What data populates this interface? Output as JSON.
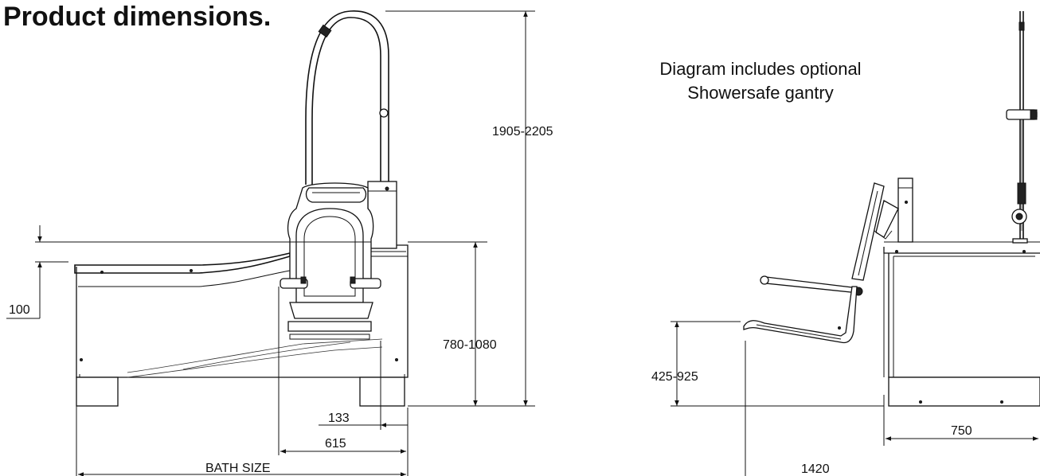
{
  "title": "Product dimensions.",
  "note": {
    "line1": "Diagram includes optional",
    "line2": "Showersafe gantry"
  },
  "dimensions": {
    "total_height": "1905-2205",
    "bath_height": "780-1080",
    "rim_offset": "100",
    "seat_offset": "133",
    "seat_width": "615",
    "bath_size": "BATH SIZE",
    "seat_height": "425-925",
    "bath_depth": "750",
    "overall_length": "1420"
  }
}
